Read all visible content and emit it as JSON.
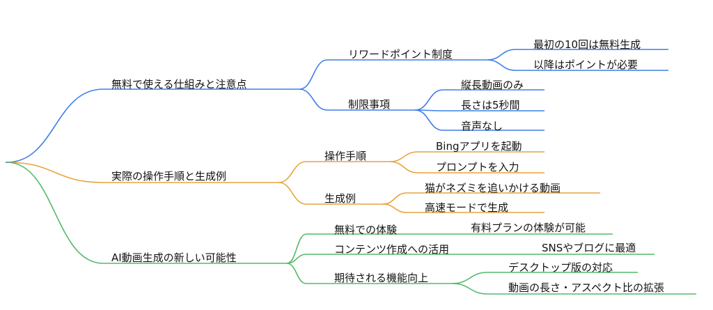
{
  "colors": {
    "blue": "#3d7ee6",
    "orange": "#e8a33a",
    "green": "#55b868"
  },
  "mindmap": {
    "branches": [
      {
        "label": "無料で使える仕組みと注意点",
        "color": "blue",
        "children": [
          {
            "label": "リワードポイント制度",
            "children": [
              "最初の10回は無料生成",
              "以降はポイントが必要"
            ]
          },
          {
            "label": "制限事項",
            "children": [
              "縦長動画のみ",
              "長さは5秒間",
              "音声なし"
            ]
          }
        ]
      },
      {
        "label": "実際の操作手順と生成例",
        "color": "orange",
        "children": [
          {
            "label": "操作手順",
            "children": [
              "Bingアプリを起動",
              "プロンプトを入力"
            ]
          },
          {
            "label": "生成例",
            "children": [
              "猫がネズミを追いかける動画",
              "高速モードで生成"
            ]
          }
        ]
      },
      {
        "label": "AI動画生成の新しい可能性",
        "color": "green",
        "children": [
          {
            "label": "無料での体験",
            "children": [
              "有料プランの体験が可能"
            ]
          },
          {
            "label": "コンテンツ作成への活用",
            "children": [
              "SNSやブログに最適"
            ]
          },
          {
            "label": "期待される機能向上",
            "children": [
              "デスクトップ版の対応",
              "動画の長さ・アスペクト比の拡張"
            ]
          }
        ]
      }
    ]
  }
}
